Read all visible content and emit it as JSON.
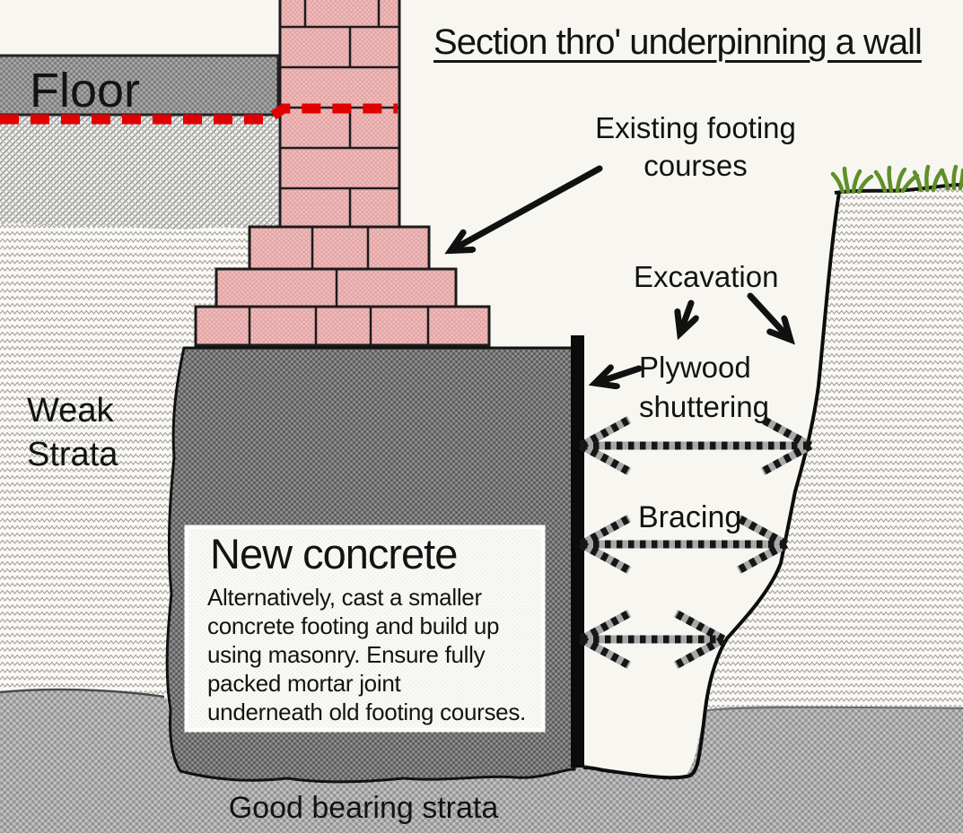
{
  "diagram": {
    "title": "Section thro' underpinning a wall",
    "labels": {
      "floor": "Floor",
      "weak_strata_line1": "Weak",
      "weak_strata_line2": "Strata",
      "existing_footing_line1": "Existing footing",
      "existing_footing_line2": "courses",
      "excavation": "Excavation",
      "plywood_line1": "Plywood",
      "plywood_line2": "shuttering",
      "bracing": "Bracing",
      "good_bearing": "Good bearing strata"
    },
    "note": {
      "heading": "New concrete",
      "body_lines": [
        "Alternatively, cast a smaller",
        "concrete footing and build up",
        "using masonry. Ensure fully",
        "packed mortar joint",
        "underneath old footing courses."
      ]
    },
    "colors": {
      "background": "#f7f6f1",
      "brick": "#e6a7a7",
      "new_concrete": "#6f6f6f",
      "floor_slab": "#8e8e8e",
      "good_bearing_strata": "#a9a9a9",
      "damp_proof_course_red": "#e10000",
      "grass": "#5f8f28",
      "plywood": "#0b0b0b",
      "outline": "#111111"
    }
  }
}
